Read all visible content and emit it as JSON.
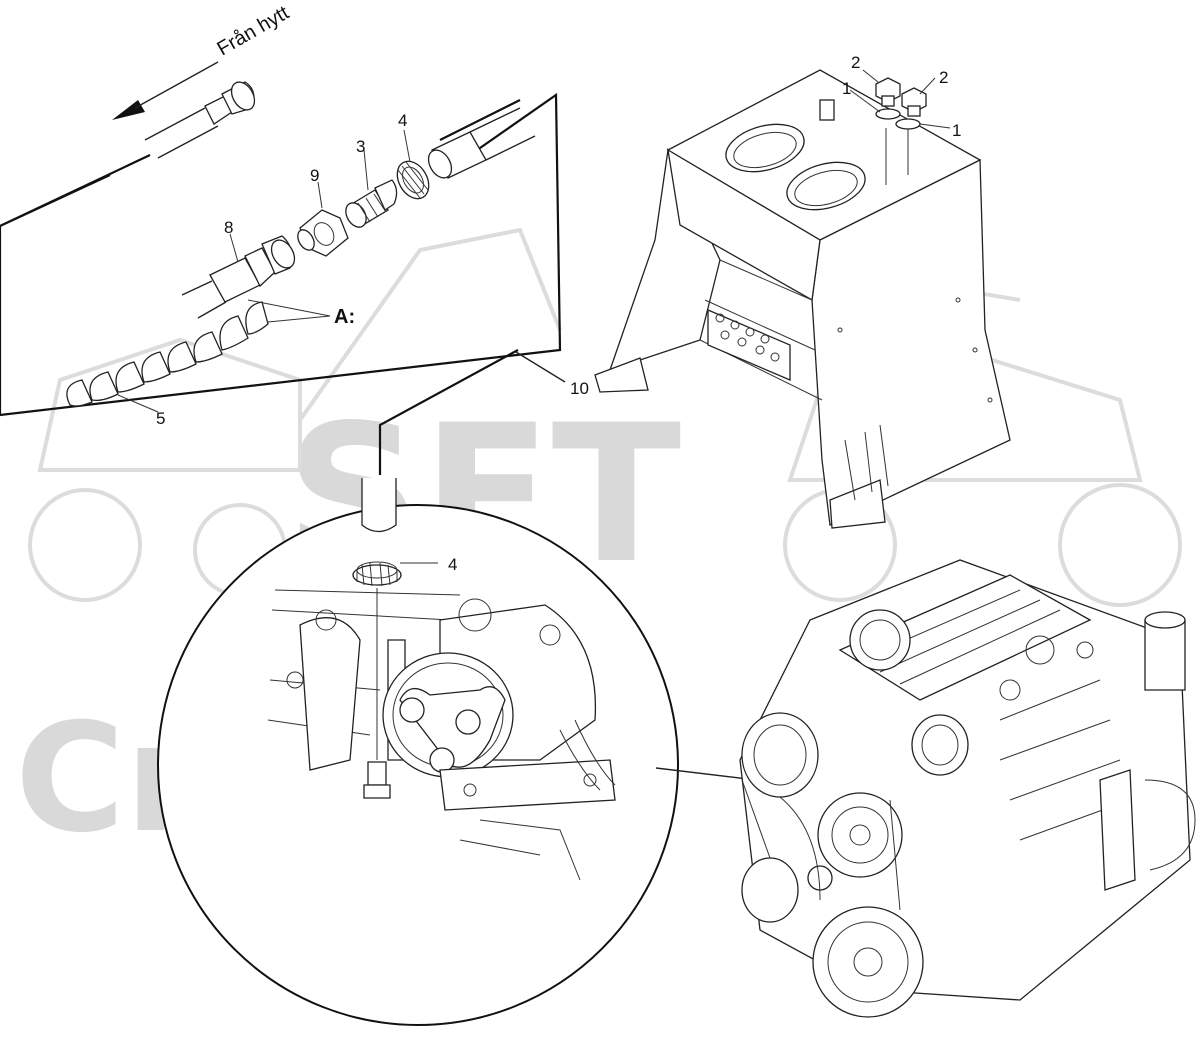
{
  "direction_label": "Från hytt",
  "watermark": {
    "line1": "SFT",
    "line2": "Скан"
  },
  "callouts": {
    "c1a": "1",
    "c1b": "1",
    "c2a": "2",
    "c2b": "2",
    "c3": "3",
    "c4_top": "4",
    "c4_detail": "4",
    "c5": "5",
    "c8": "8",
    "c9": "9",
    "c10": "10",
    "cA": "A:"
  }
}
